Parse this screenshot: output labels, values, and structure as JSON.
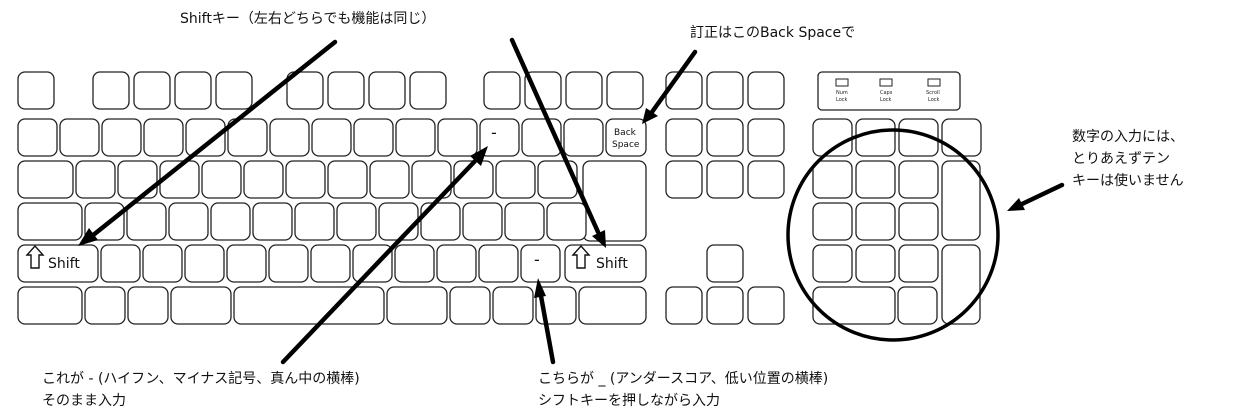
{
  "callouts": {
    "shift": "Shiftキー（左右どちらでも機能は同じ）",
    "backspace": "訂正はこのBack Spaceで",
    "numpad": [
      "数字の入力には、",
      "とりあえずテン",
      "キーは使いません"
    ],
    "hyphen": [
      "これが - (ハイフン、マイナス記号、真ん中の横棒)",
      "そのまま入力"
    ],
    "underscore": [
      "こちらが _ (アンダースコア、低い位置の横棒)",
      "シフトキーを押しながら入力"
    ]
  },
  "keys": {
    "shift_label": "Shift",
    "shift_arrow_icon": "up-arrow-outline-icon",
    "backspace_line1": "Back",
    "backspace_line2": "Space",
    "hyphen_key": "-",
    "underscore_key": "-"
  },
  "leds": [
    {
      "line1": "Num",
      "line2": "Lock"
    },
    {
      "line1": "Caps",
      "line2": "Lock"
    },
    {
      "line1": "Scroll",
      "line2": "Lock"
    }
  ],
  "colors": {
    "stroke": "#222222",
    "arrow": "#000000",
    "background": "#ffffff"
  }
}
